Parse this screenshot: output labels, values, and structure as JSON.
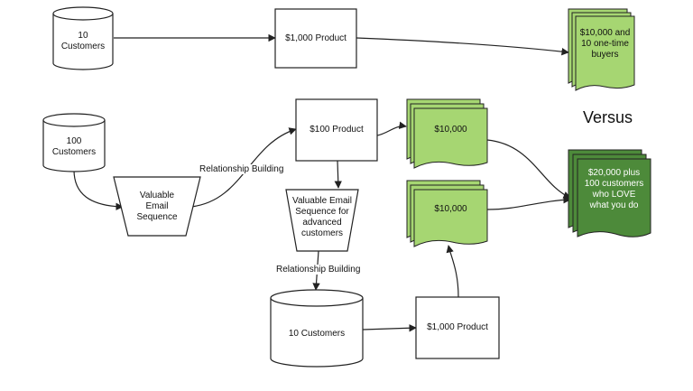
{
  "nodes": {
    "top_customers": "10\nCustomers",
    "top_product": "$1,000 Product",
    "top_result": "$10,000 and\n10 one-time\nbuyers",
    "mid_customers": "100\nCustomers",
    "email_sequence": "Valuable\nEmail\nSequence",
    "mid_product": "$100 Product",
    "mid_revenue": "$10,000",
    "advanced_email_sequence": "Valuable Email\nSequence for\nadvanced\ncustomers",
    "bottom_customers": "10 Customers",
    "bottom_product": "$1,000 Product",
    "bottom_revenue": "$10,000",
    "final_result": "$20,000 plus\n100 customers\nwho LOVE\nwhat you do"
  },
  "edge_labels": {
    "relationship_building_1": "Relationship Building",
    "relationship_building_2": "Relationship Building"
  },
  "versus": "Versus",
  "colors": {
    "light_green": "#a6d672",
    "dark_green": "#4d8a3a",
    "stroke": "#222222"
  }
}
